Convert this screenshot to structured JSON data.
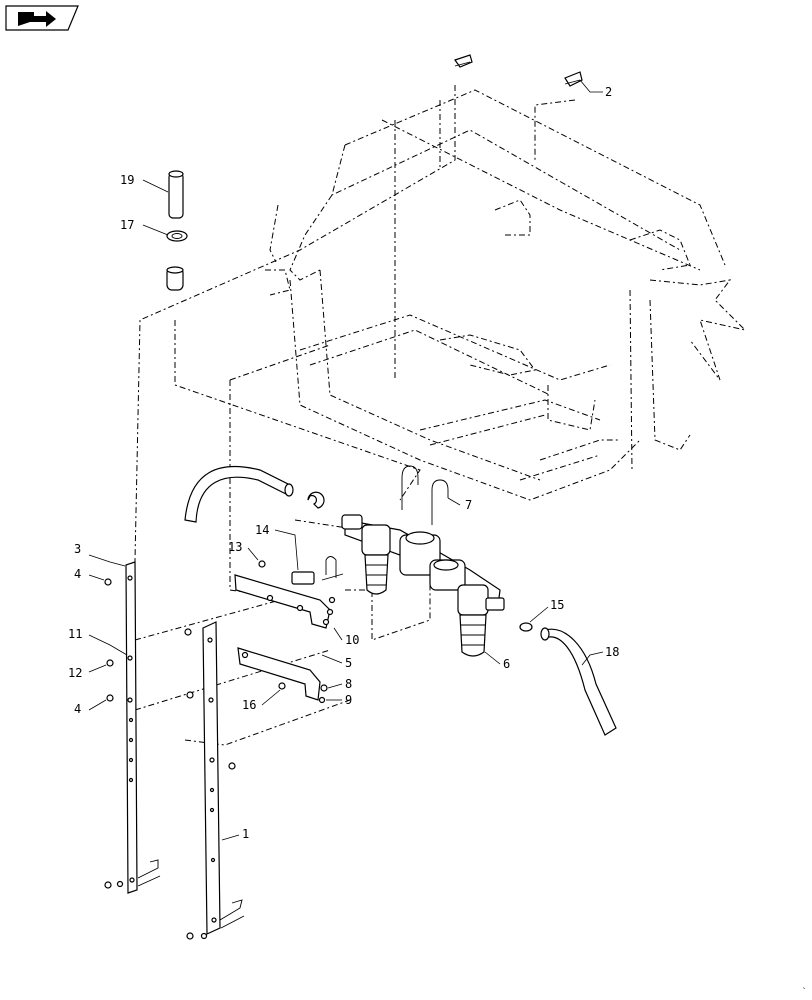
{
  "toolbar": {
    "nav_icon": "arrow-page-icon"
  },
  "callouts": [
    {
      "id": "c1",
      "label": "1"
    },
    {
      "id": "c2",
      "label": "2"
    },
    {
      "id": "c3",
      "label": "3"
    },
    {
      "id": "c4a",
      "label": "4"
    },
    {
      "id": "c4b",
      "label": "4"
    },
    {
      "id": "c5",
      "label": "5"
    },
    {
      "id": "c6",
      "label": "6"
    },
    {
      "id": "c7",
      "label": "7"
    },
    {
      "id": "c8",
      "label": "8"
    },
    {
      "id": "c9",
      "label": "9"
    },
    {
      "id": "c10",
      "label": "10"
    },
    {
      "id": "c11",
      "label": "11"
    },
    {
      "id": "c12",
      "label": "12"
    },
    {
      "id": "c13",
      "label": "13"
    },
    {
      "id": "c14",
      "label": "14"
    },
    {
      "id": "c15",
      "label": "15"
    },
    {
      "id": "c16",
      "label": "16"
    },
    {
      "id": "c17",
      "label": "17"
    },
    {
      "id": "c18",
      "label": "18"
    },
    {
      "id": "c19",
      "label": "19"
    }
  ]
}
